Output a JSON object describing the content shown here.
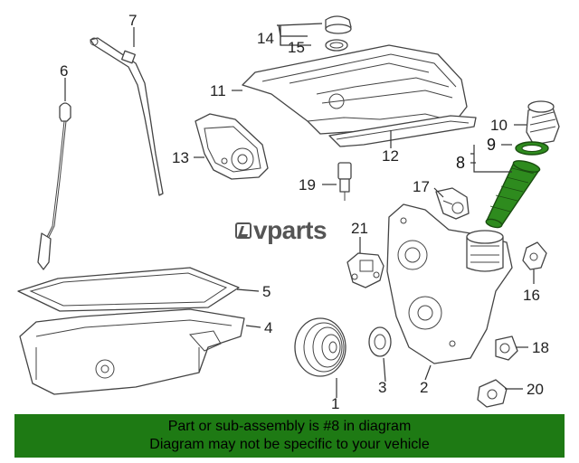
{
  "logo": {
    "text": "vparts"
  },
  "highlight_color": "#2e8b1e",
  "footer": {
    "background": "#1e7a14",
    "line1": "Part or sub-assembly is #8 in diagram",
    "line2": "Diagram may not be specific to your vehicle"
  },
  "callouts": {
    "c1": "1",
    "c2": "2",
    "c3": "3",
    "c4": "4",
    "c5": "5",
    "c6": "6",
    "c7": "7",
    "c8": "8",
    "c9": "9",
    "c10": "10",
    "c11": "11",
    "c12": "12",
    "c13": "13",
    "c14": "14",
    "c15": "15",
    "c16": "16",
    "c17": "17",
    "c18": "18",
    "c19": "19",
    "c20": "20",
    "c21": "21"
  },
  "highlighted_part": "8"
}
